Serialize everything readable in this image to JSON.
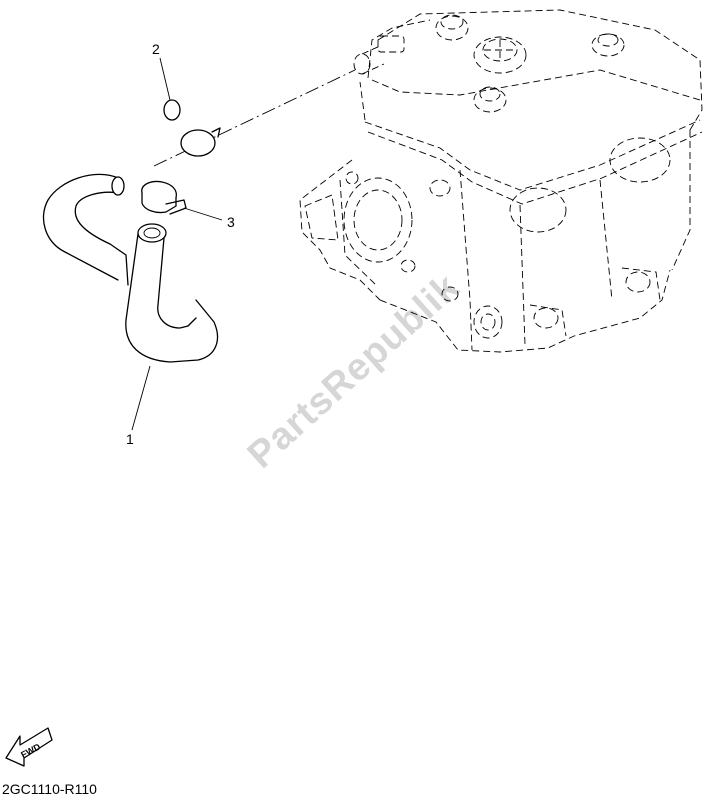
{
  "callouts": [
    {
      "number": "1",
      "part": "hose"
    },
    {
      "number": "2",
      "part": "o-ring"
    },
    {
      "number": "3",
      "part": "hose clamp"
    }
  ],
  "watermark": "PartsRepublik",
  "fwd_label": "FWD",
  "drawing_code": "2GC1110-R110"
}
